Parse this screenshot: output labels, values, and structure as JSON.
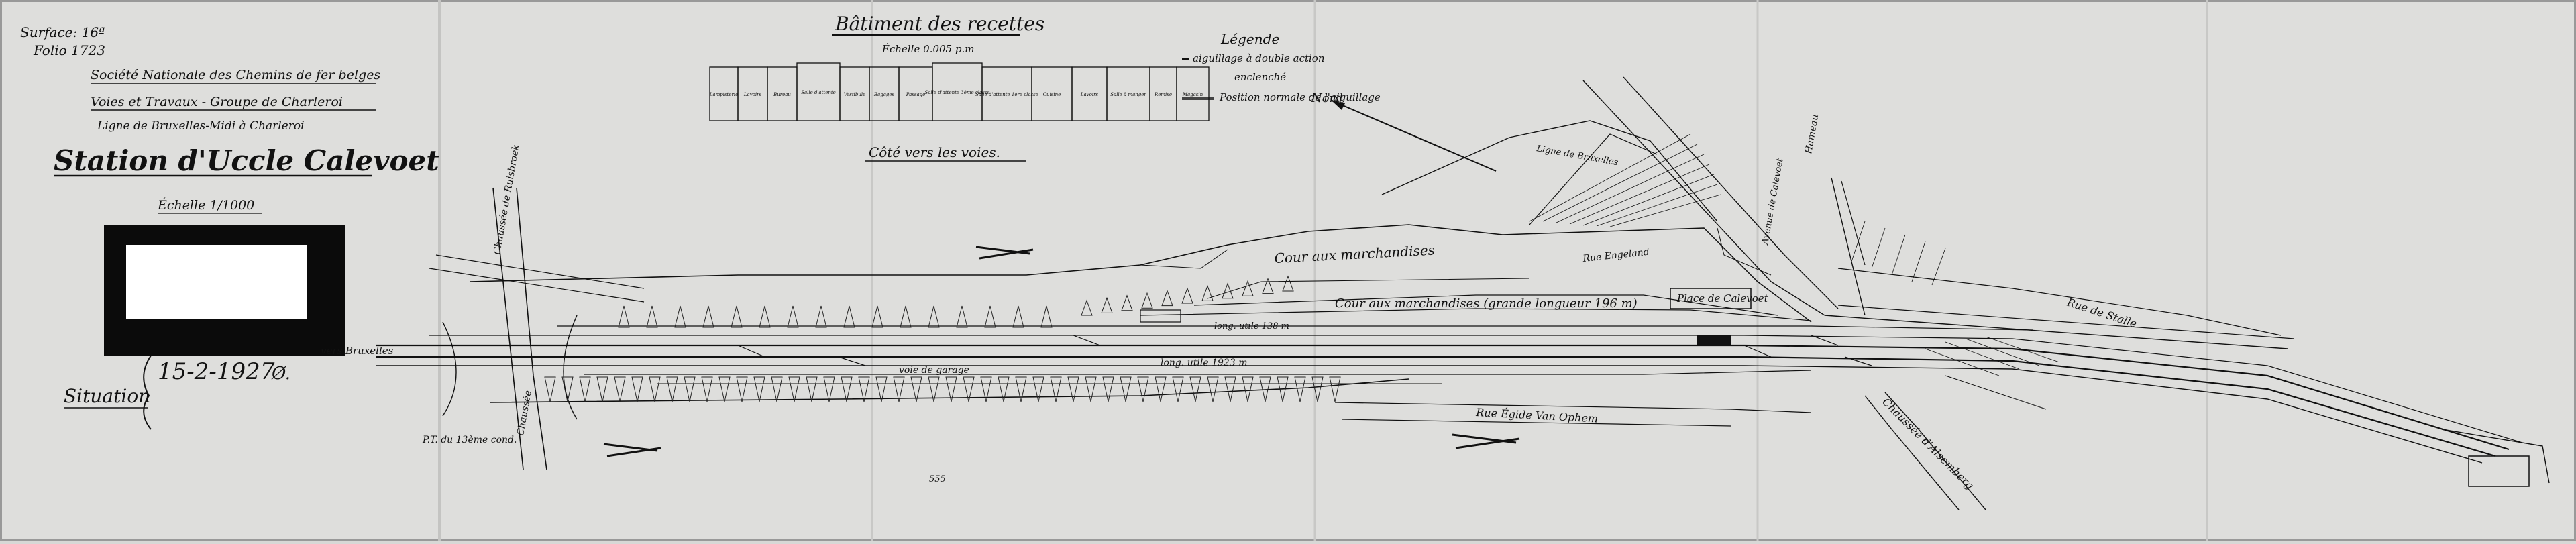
{
  "header": {
    "ref1": "Surface: 16ª",
    "ref2": "Folio 1723",
    "company": "Société Nationale des Chemins de fer belges",
    "group": "Voies et Travaux - Groupe de Charleroi",
    "line": "Ligne de Bruxelles-Midi à Charleroi",
    "station": "Station d'Uccle Calevoet",
    "scale": "Échelle 1/1000"
  },
  "situation": {
    "label": "Situation",
    "date": "15-2-1927"
  },
  "building": {
    "title": "Bâtiment des recettes",
    "scale": "Échelle 0.005 p.m",
    "side_note": "Côté vers les voies.",
    "rooms": [
      "Lampisterie",
      "Lavoirs",
      "Bureau",
      "Salle d'attente",
      "Vestibule",
      "Bagages",
      "Passage",
      "Salle d'attente 3ème classe",
      "Salle d'attente 1ère classe",
      "Cuisine",
      "Lavoirs",
      "Salle à manger",
      "Remise",
      "Magasin"
    ]
  },
  "legend": {
    "title": "Légende",
    "items": [
      "aiguillage à double action",
      "enclenché",
      "Position normale de l'aiguillage"
    ]
  },
  "map": {
    "north": "Nord",
    "labels": [
      "Cour aux marchandises",
      "Cour aux marchandises (grande longueur 196 m)",
      "Place de Calevoet",
      "Rue Engeland",
      "Rue de Stalle",
      "Rue Égide Van Ophem",
      "Chaussée d'Alsemberg",
      "Chaussée de Ruisbroek",
      "Avenue de Calevoet",
      "vers Bruxelles",
      "voie de garage",
      "P.T. du 13ème cond.",
      "Chaussée",
      "Hameau",
      "Ligne de Bruxelles",
      "long. utile 138 m",
      "long. utile 1923 m",
      "555"
    ]
  },
  "colors": {
    "paper": "#dededc",
    "ink": "#111111",
    "redaction": "#0b0b0b"
  }
}
